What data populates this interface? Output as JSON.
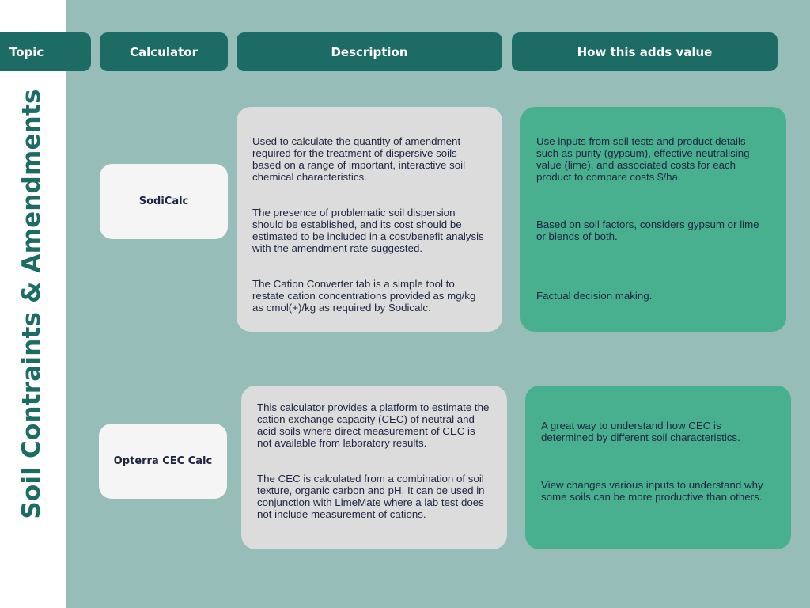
{
  "side_title": "Soil Contraints & Amendments",
  "headers": {
    "topic": "Topic",
    "calculator": "Calculator",
    "description": "Description",
    "value": "How this adds value"
  },
  "rows": [
    {
      "name": "SodiCalc",
      "description": [
        "Used to calculate the quantity of amendment required for the treatment of dispersive soils based on a range of important, interactive soil chemical characteristics.",
        "The presence of problematic soil dispersion should be established, and its cost should be estimated to be included in a cost/benefit analysis with the amendment rate suggested.",
        "The Cation Converter tab is a simple tool to restate cation concentrations provided as mg/kg as cmol(+)/kg as required by Sodicalc."
      ],
      "value": [
        "Use inputs from soil tests and product details such as purity (gypsum), effective neutralising value (lime), and associated costs for each product to compare costs $/ha.",
        "Based on soil factors, considers gypsum or lime or blends of both.",
        "Factual decision making."
      ]
    },
    {
      "name": "Opterra CEC Calc",
      "description": [
        "This calculator provides a platform to estimate the cation exchange capacity (CEC) of neutral and acid soils where direct measurement of CEC is not available from laboratory results.",
        "The CEC is calculated from a combination of soil texture, organic carbon and pH. It can be used in conjunction with LimeMate where a lab test does not include measurement of cations."
      ],
      "value": [
        "A great way to understand how CEC is determined by different soil characteristics.",
        "View changes various inputs to understand why some soils can be more productive than others."
      ]
    }
  ]
}
